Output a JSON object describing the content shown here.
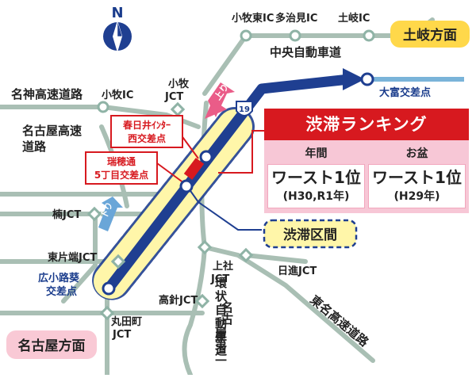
{
  "compass": {
    "label": "N"
  },
  "tags": {
    "toki_direction": "土岐方面",
    "nagoya_direction": "名古屋方面",
    "jutai_kukan": "渋滞区間",
    "nobori": "上り",
    "kudari": "下り",
    "route_number": "19"
  },
  "roads": {
    "chuo_expressway": "中央自動車道",
    "meishin_expressway": "名神高速道路",
    "nagoya_expressway": [
      "名古屋高速",
      "道路"
    ],
    "tomei_expressway": "東名高速道路",
    "nagoya_daini_kanjo": [
      "名古",
      "屋第二",
      "環",
      "状",
      "自",
      "動",
      "車",
      "道"
    ]
  },
  "interchanges": {
    "komaki_ic_top": "小牧東IC",
    "tajimi_ic": "多治見IC",
    "toki_ic": "土岐IC",
    "komaki_ic": "小牧IC",
    "komaki_jct": [
      "小牧",
      "JCT"
    ],
    "kusunoki_jct": "楠JCT",
    "higashikatabata_jct": "東片端JCT",
    "kamiyashiro_jct": [
      "上社",
      "JCT"
    ],
    "nisshin_jct": "日進JCT",
    "takabari_jct": "高針JCT",
    "marutamachi_jct": [
      "丸田町",
      "JCT"
    ]
  },
  "intersections": {
    "otomi": "大富交差点",
    "kasugai": [
      "春日井ｲﾝﾀｰ",
      "西交差点"
    ],
    "mizuho": [
      "瑞穂通",
      "5丁目交差点"
    ],
    "hirokoji": [
      "広小路葵",
      "交差点"
    ]
  },
  "ranking": {
    "title": "渋滞ランキング",
    "columns": [
      {
        "header": "年間",
        "value": "ワースト1位",
        "sub": "(H30,R1年)"
      },
      {
        "header": "お盆",
        "value": "ワースト1位",
        "sub": "(H29年)"
      }
    ]
  },
  "colors": {
    "main_road": "#1f3f91",
    "connector": "#8fb3a6",
    "red_accent": "#d7191f",
    "highlight_yellow": "#fff6a9",
    "tag_yellow": "#ffd84a",
    "tag_pink": "#f9c9d5",
    "light_blue": "#7ab4d9",
    "pink_arrow": "#ea5c88"
  }
}
